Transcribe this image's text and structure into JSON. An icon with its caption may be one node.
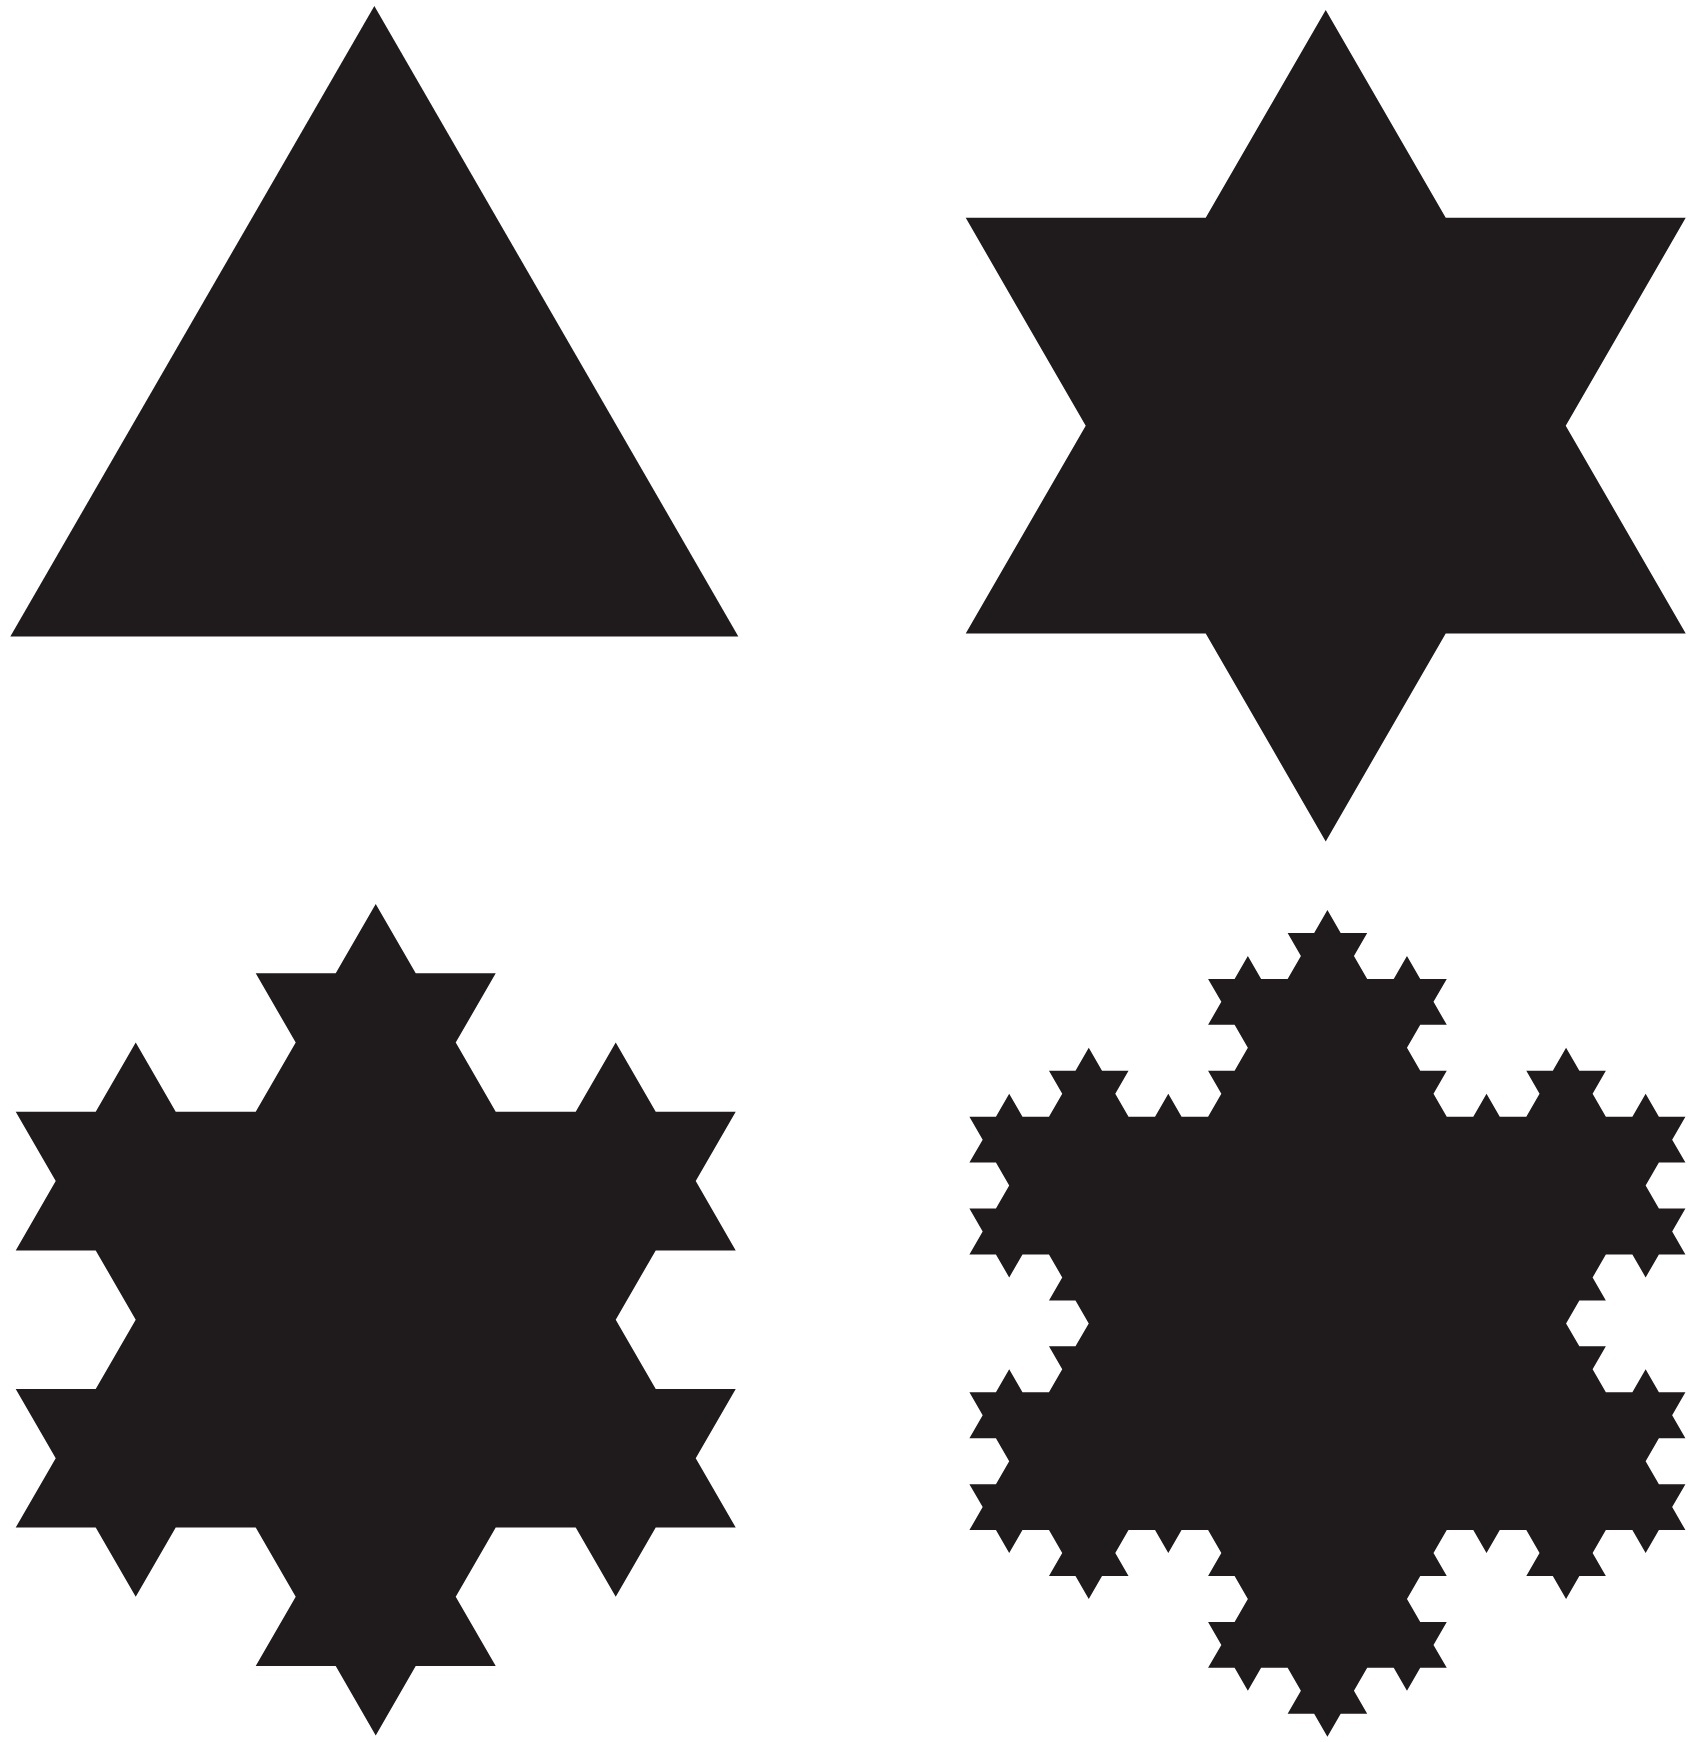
{
  "diagram": {
    "nodes": [
      {
        "text": [],
        "shape": "triangle"
      },
      {
        "text": [],
        "shape": "star"
      },
      {
        "text": [],
        "shape": "snowflake"
      },
      {
        "text": [],
        "shape": "snowflake"
      }
    ]
  }
}
